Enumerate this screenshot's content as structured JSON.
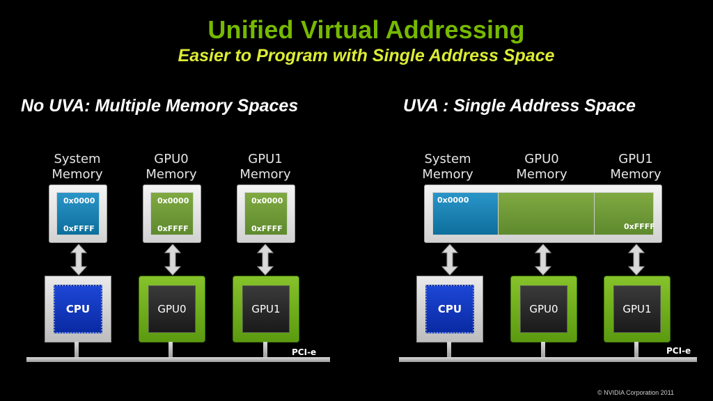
{
  "title": "Unified Virtual Addressing",
  "subtitle": "Easier to Program with Single Address Space",
  "left": {
    "heading": "No UVA: Multiple Memory Spaces",
    "memories": [
      {
        "label_line1": "System",
        "label_line2": "Memory",
        "start": "0x0000",
        "end": "0xFFFF"
      },
      {
        "label_line1": "GPU0",
        "label_line2": "Memory",
        "start": "0x0000",
        "end": "0xFFFF"
      },
      {
        "label_line1": "GPU1",
        "label_line2": "Memory",
        "start": "0x0000",
        "end": "0xFFFF"
      }
    ],
    "processors": [
      "CPU",
      "GPU0",
      "GPU1"
    ],
    "bus_label": "PCI-e"
  },
  "right": {
    "heading": "UVA : Single Address Space",
    "memories": [
      {
        "label_line1": "System",
        "label_line2": "Memory"
      },
      {
        "label_line1": "GPU0",
        "label_line2": "Memory"
      },
      {
        "label_line1": "GPU1",
        "label_line2": "Memory"
      }
    ],
    "start": "0x0000",
    "end": "0xFFFF",
    "processors": [
      "CPU",
      "GPU0",
      "GPU1"
    ],
    "bus_label": "PCI-e"
  },
  "copyright": "© NVIDIA Corporation 2011",
  "colors": {
    "title": "#76b900",
    "subtitle": "#dcec34",
    "system_memory": "#1680b3",
    "gpu_memory": "#6e9a38",
    "gpu_chip": "#76b900",
    "cpu_core": "#1238c0"
  }
}
